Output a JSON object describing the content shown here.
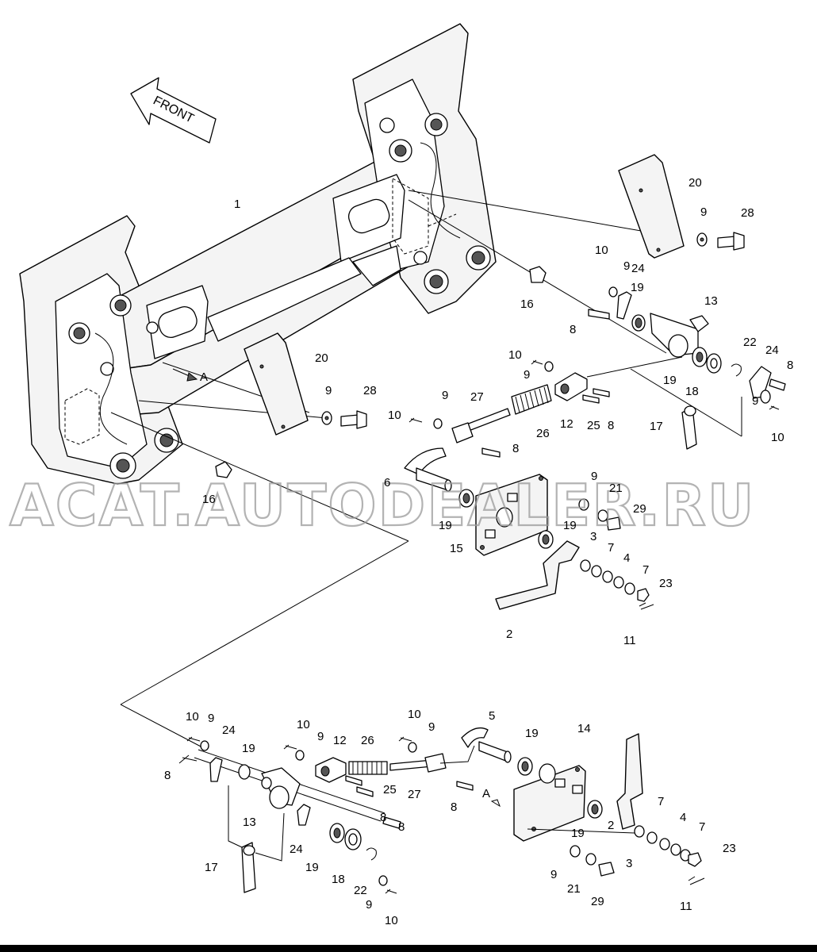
{
  "front_arrow_label": "FRONT",
  "section_marker": "A",
  "watermark": "ACAT.AUTODEALER.RU",
  "callouts": [
    {
      "id": "c-1",
      "text": "1"
    },
    {
      "id": "c-20a",
      "text": "20"
    },
    {
      "id": "c-9a",
      "text": "9"
    },
    {
      "id": "c-28a",
      "text": "28"
    },
    {
      "id": "c-10a",
      "text": "10"
    },
    {
      "id": "c-9b",
      "text": "9"
    },
    {
      "id": "c-24a",
      "text": "24"
    },
    {
      "id": "c-19a",
      "text": "19"
    },
    {
      "id": "c-13a",
      "text": "13"
    },
    {
      "id": "c-16a",
      "text": "16"
    },
    {
      "id": "c-8a",
      "text": "8"
    },
    {
      "id": "c-20b",
      "text": "20"
    },
    {
      "id": "c-9c",
      "text": "9"
    },
    {
      "id": "c-28b",
      "text": "28"
    },
    {
      "id": "c-10b",
      "text": "10"
    },
    {
      "id": "c-9d",
      "text": "9"
    },
    {
      "id": "c-22a",
      "text": "22"
    },
    {
      "id": "c-24b",
      "text": "24"
    },
    {
      "id": "c-8b",
      "text": "8"
    },
    {
      "id": "c-19b",
      "text": "19"
    },
    {
      "id": "c-18a",
      "text": "18"
    },
    {
      "id": "c-9e",
      "text": "9"
    },
    {
      "id": "c-10c",
      "text": "10"
    },
    {
      "id": "c-9f",
      "text": "9"
    },
    {
      "id": "c-27a",
      "text": "27"
    },
    {
      "id": "c-10d",
      "text": "10"
    },
    {
      "id": "c-26a",
      "text": "26"
    },
    {
      "id": "c-12a",
      "text": "12"
    },
    {
      "id": "c-25a",
      "text": "25"
    },
    {
      "id": "c-8c",
      "text": "8"
    },
    {
      "id": "c-17a",
      "text": "17"
    },
    {
      "id": "c-8d",
      "text": "8"
    },
    {
      "id": "c-6",
      "text": "6"
    },
    {
      "id": "c-16b",
      "text": "16"
    },
    {
      "id": "c-9g",
      "text": "9"
    },
    {
      "id": "c-21a",
      "text": "21"
    },
    {
      "id": "c-29a",
      "text": "29"
    },
    {
      "id": "c-19c",
      "text": "19"
    },
    {
      "id": "c-19d",
      "text": "19"
    },
    {
      "id": "c-15",
      "text": "15"
    },
    {
      "id": "c-3a",
      "text": "3"
    },
    {
      "id": "c-7a",
      "text": "7"
    },
    {
      "id": "c-4a",
      "text": "4"
    },
    {
      "id": "c-7b",
      "text": "7"
    },
    {
      "id": "c-23a",
      "text": "23"
    },
    {
      "id": "c-2a",
      "text": "2"
    },
    {
      "id": "c-11a",
      "text": "11"
    },
    {
      "id": "c-10e",
      "text": "10"
    },
    {
      "id": "c-9h",
      "text": "9"
    },
    {
      "id": "c-24c",
      "text": "24"
    },
    {
      "id": "c-10f",
      "text": "10"
    },
    {
      "id": "c-9i",
      "text": "9"
    },
    {
      "id": "c-12b",
      "text": "12"
    },
    {
      "id": "c-26b",
      "text": "26"
    },
    {
      "id": "c-10g",
      "text": "10"
    },
    {
      "id": "c-9j",
      "text": "9"
    },
    {
      "id": "c-5",
      "text": "5"
    },
    {
      "id": "c-14",
      "text": "14"
    },
    {
      "id": "c-19e",
      "text": "19"
    },
    {
      "id": "c-8e",
      "text": "8"
    },
    {
      "id": "c-19f",
      "text": "19"
    },
    {
      "id": "c-25b",
      "text": "25"
    },
    {
      "id": "c-27b",
      "text": "27"
    },
    {
      "id": "c-8f",
      "text": "8"
    },
    {
      "id": "c-8g",
      "text": "8"
    },
    {
      "id": "c-13b",
      "text": "13"
    },
    {
      "id": "c-8h",
      "text": "8"
    },
    {
      "id": "c-17b",
      "text": "17"
    },
    {
      "id": "c-24d",
      "text": "24"
    },
    {
      "id": "c-19g",
      "text": "19"
    },
    {
      "id": "c-18b",
      "text": "18"
    },
    {
      "id": "c-22b",
      "text": "22"
    },
    {
      "id": "c-9k",
      "text": "9"
    },
    {
      "id": "c-10h",
      "text": "10"
    },
    {
      "id": "c-19h",
      "text": "19"
    },
    {
      "id": "c-2b",
      "text": "2"
    },
    {
      "id": "c-3b",
      "text": "3"
    },
    {
      "id": "c-7c",
      "text": "7"
    },
    {
      "id": "c-4b",
      "text": "4"
    },
    {
      "id": "c-7d",
      "text": "7"
    },
    {
      "id": "c-23b",
      "text": "23"
    },
    {
      "id": "c-9l",
      "text": "9"
    },
    {
      "id": "c-21b",
      "text": "21"
    },
    {
      "id": "c-29b",
      "text": "29"
    },
    {
      "id": "c-11b",
      "text": "11"
    },
    {
      "id": "c-a2",
      "text": "A"
    }
  ]
}
